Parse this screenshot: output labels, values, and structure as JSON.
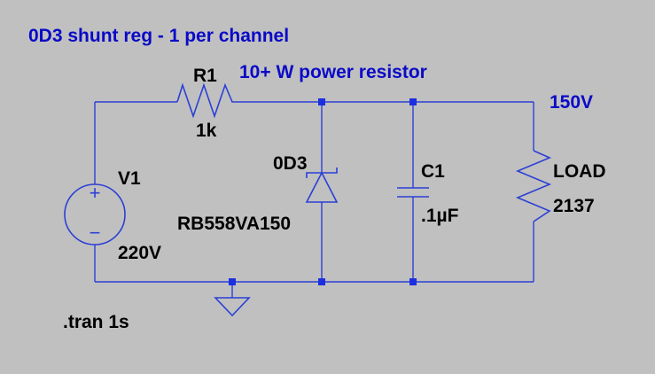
{
  "schematic": {
    "title": "0D3 shunt reg - 1 per channel",
    "resistor_note": "10+ W power resistor",
    "output_voltage": "150V",
    "directive": ".tran 1s",
    "components": {
      "R1": {
        "ref": "R1",
        "value": "1k"
      },
      "V1": {
        "ref": "V1",
        "value": "220V",
        "plus": "+",
        "minus": "−"
      },
      "D": {
        "ref": "0D3",
        "value": "RB558VA150"
      },
      "C1": {
        "ref": "C1",
        "value": ".1µF"
      },
      "LOAD": {
        "ref": "LOAD",
        "value": "2137"
      }
    }
  },
  "colors": {
    "background": "#c0c0c0",
    "wire": "#2b3fd6",
    "node": "#1b2fe0",
    "blue_text": "#0a0ac8",
    "black_text": "#000000"
  }
}
